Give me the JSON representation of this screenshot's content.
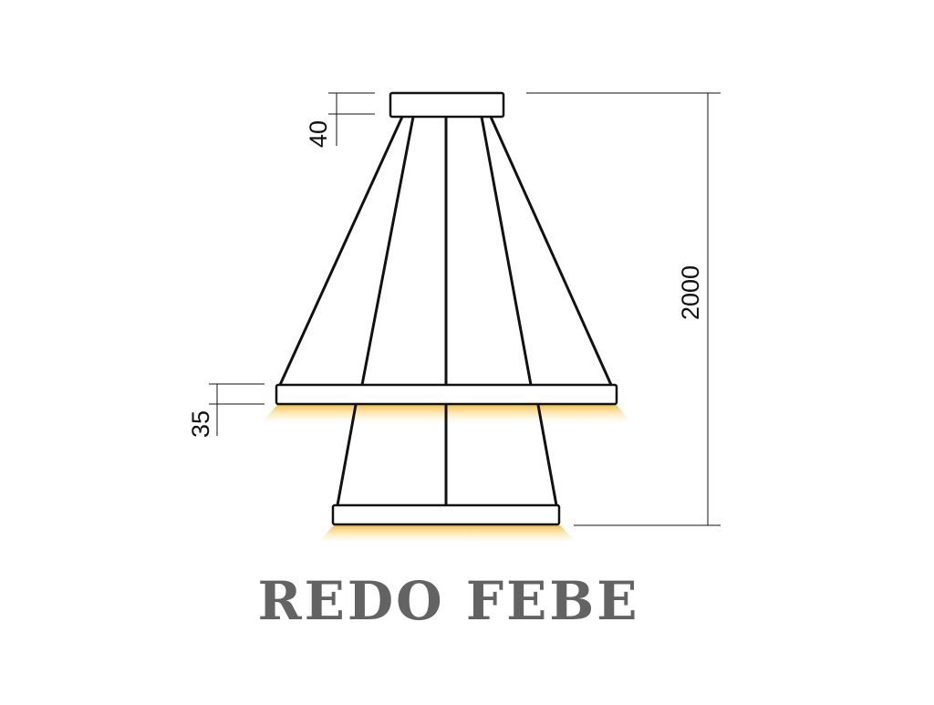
{
  "dimensions": {
    "canopy_height": "40",
    "upper_ring_height": "35",
    "overall_height": "2000"
  },
  "product": {
    "name": "REDO FEBE"
  },
  "colors": {
    "line": "#111111",
    "light_glow": "#f3c04a",
    "brand_text": "#636363"
  }
}
